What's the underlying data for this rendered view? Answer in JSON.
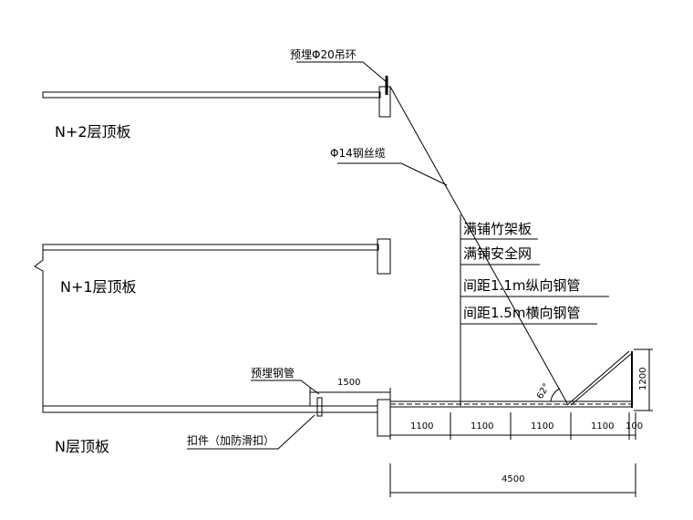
{
  "title": "悬挑防护平台剖面示意图",
  "floors": {
    "n2": "N+2层顶板",
    "n1": "N+1层顶板",
    "n": "N层顶板"
  },
  "callouts": {
    "lifting_ring": "预埋Φ20吊环",
    "wire_rope": "Φ14钢丝缆",
    "embedded_pipe": "预埋钢管",
    "fastener": "扣件（加防滑扣）"
  },
  "notes": [
    "满铺竹架板",
    "满铺安全网",
    "间距1.1m纵向钢管",
    "间距1.5m横向钢管"
  ],
  "angle": "62°",
  "dimensions": {
    "embed_length": "1500",
    "spans": [
      "1100",
      "1100",
      "1100",
      "1100",
      "100"
    ],
    "total": "4500",
    "height": "1200"
  }
}
